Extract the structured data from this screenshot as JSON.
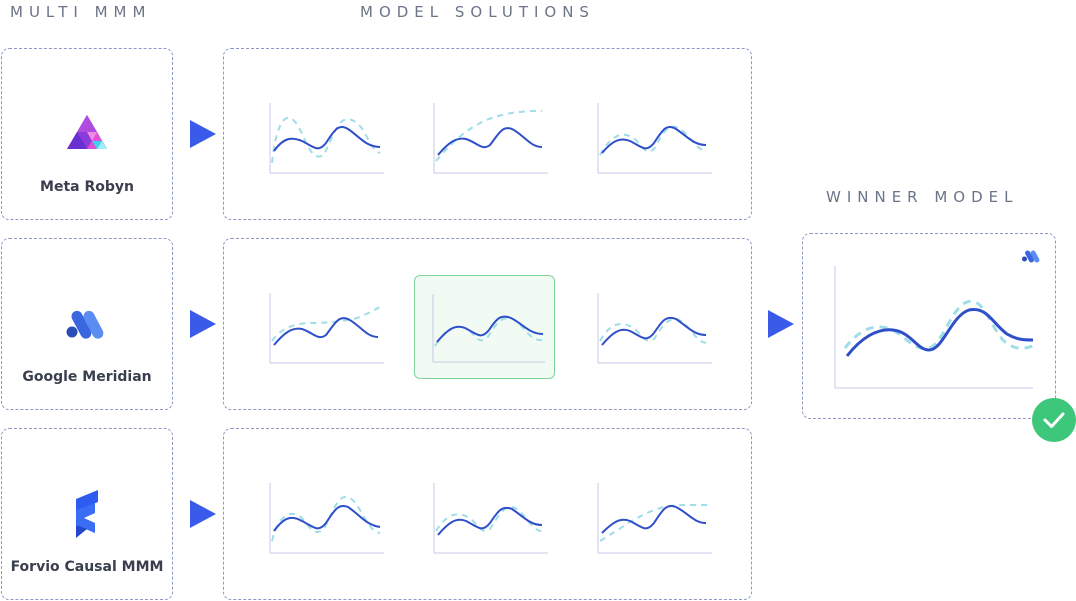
{
  "headings": {
    "multi_mmm": "MULTI MMM",
    "model_solutions": "MODEL SOLUTIONS",
    "winner_model": "WINNER MODEL"
  },
  "sources": [
    {
      "label": "Meta Robyn",
      "icon": "meta-robyn-logo"
    },
    {
      "label": "Google Meridian",
      "icon": "google-meridian-logo"
    },
    {
      "label": "Forvio Causal MMM",
      "icon": "forvio-logo"
    }
  ],
  "selected_solution": {
    "row": 1,
    "col": 1
  },
  "colors": {
    "accent": "#3a5bea",
    "model_line": "#2f4fc9",
    "fit_dashed": "#9fdde8",
    "selected_bg": "#f1fbf4",
    "selected_border": "#7fd49c",
    "check_green": "#3cc77a",
    "dashed_border": "#8c96c8"
  }
}
